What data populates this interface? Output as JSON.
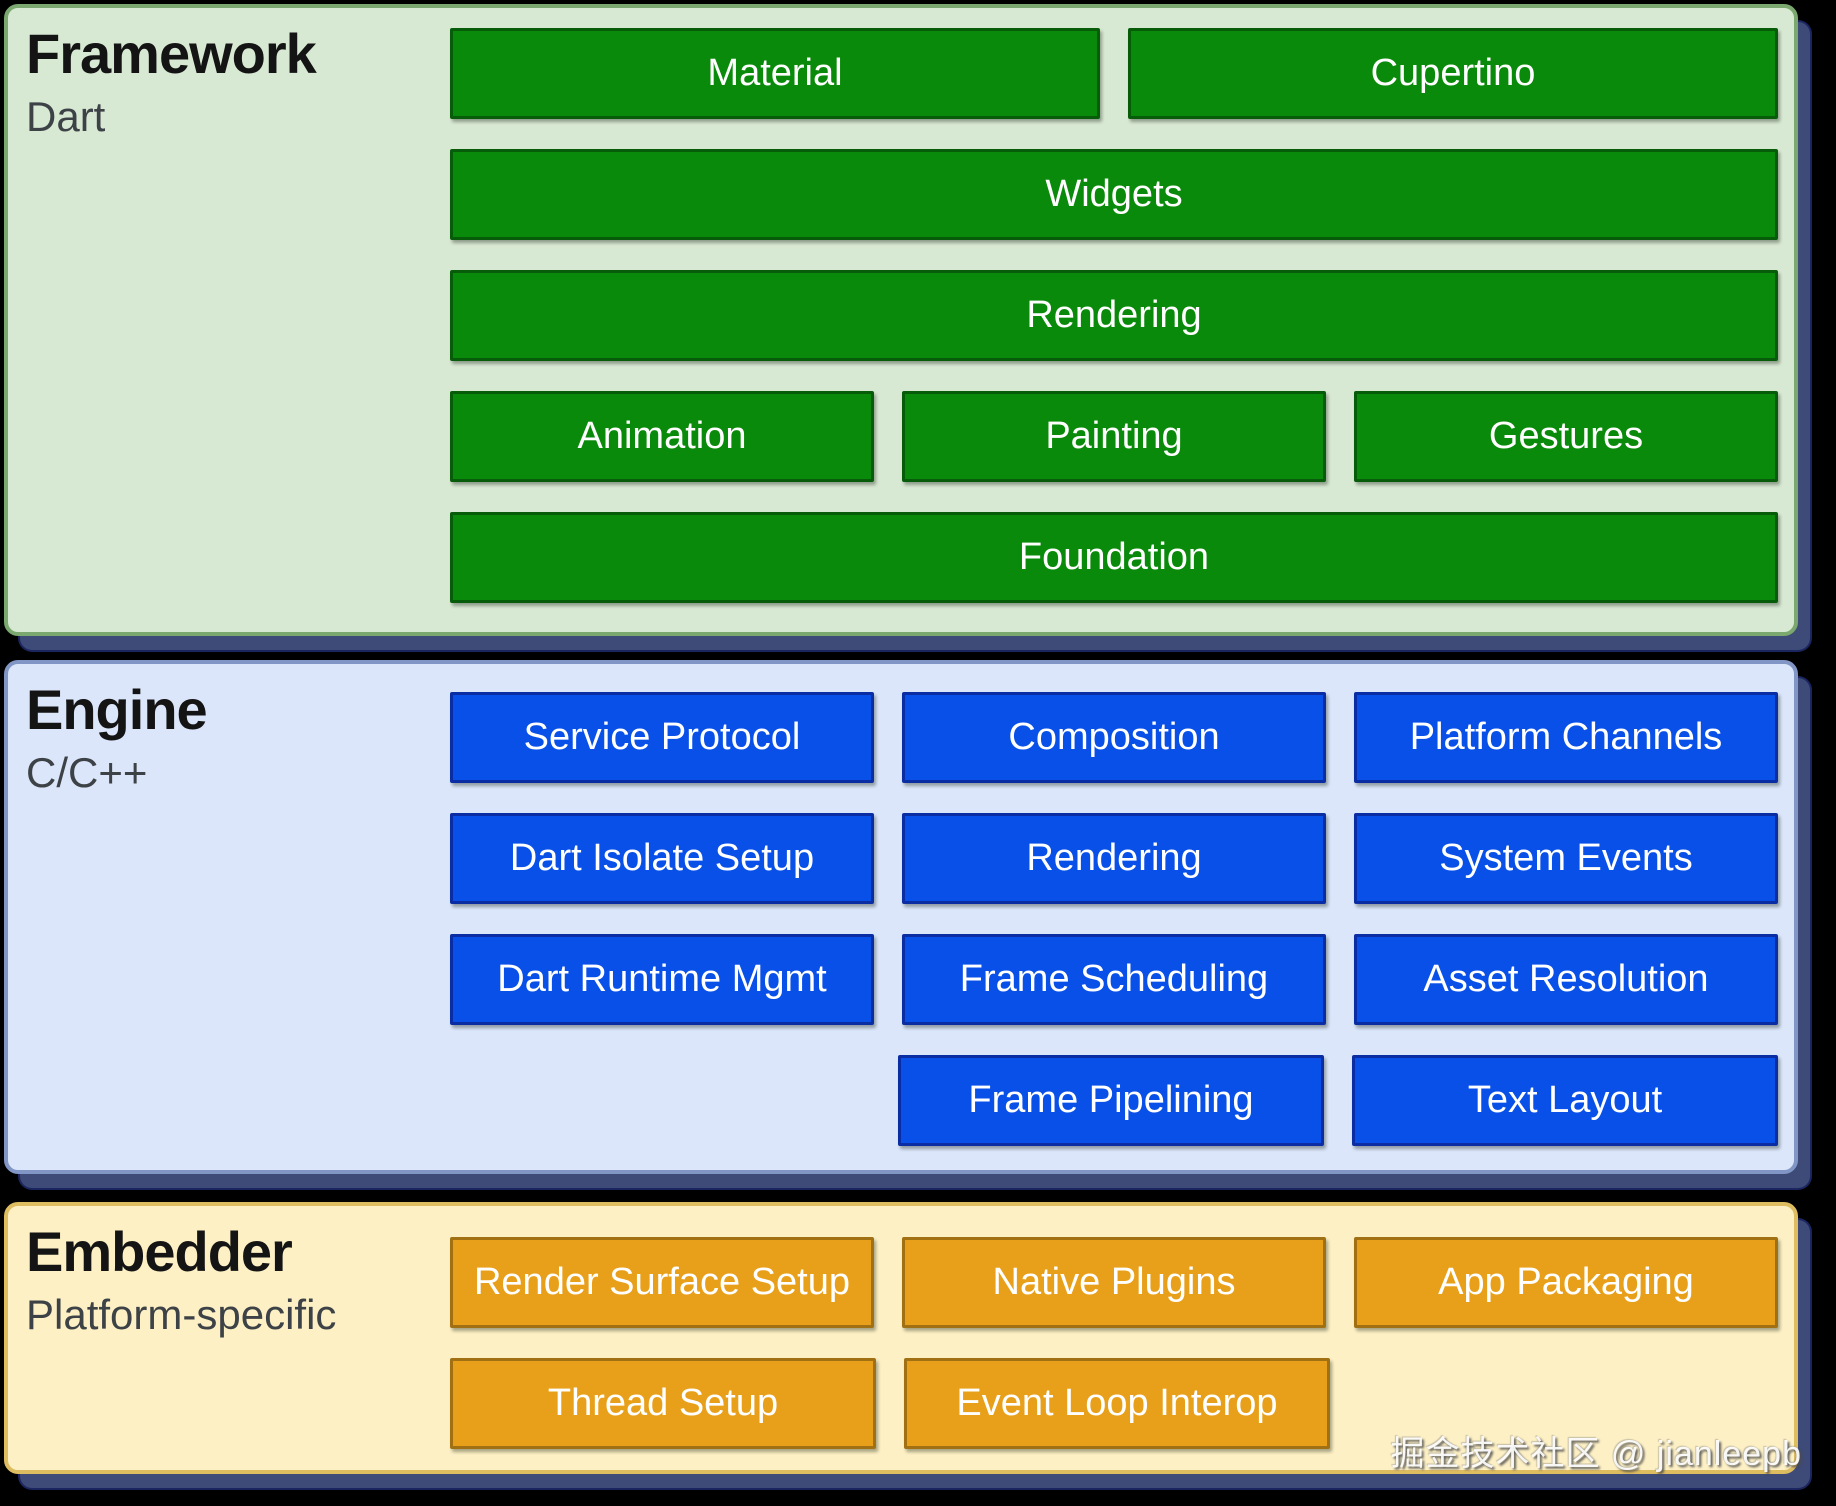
{
  "colors": {
    "page_bg": "#000000",
    "shadow": "#3e4a77",
    "shadow_edge": "#1b2560",
    "title_color": "#141414",
    "subtitle_color": "#3d4247",
    "box_text": "#ffffff",
    "framework_bg": "#d8e9d3",
    "framework_border": "#7aa86e",
    "framework_box_bg": "#0a8a0a",
    "framework_box_border": "#065c08",
    "engine_bg": "#dbe6fa",
    "engine_border": "#8296c6",
    "engine_box_bg": "#0950e8",
    "engine_box_border": "#0b2da3",
    "embedder_bg": "#fdf0c5",
    "embedder_border": "#debc60",
    "embedder_box_bg": "#e8a01b",
    "embedder_box_border": "#a07012"
  },
  "layers": [
    {
      "id": "framework",
      "title": "Framework",
      "subtitle": "Dart",
      "rows": [
        [
          "Material",
          "Cupertino"
        ],
        [
          "Widgets"
        ],
        [
          "Rendering"
        ],
        [
          "Animation",
          "Painting",
          "Gestures"
        ],
        [
          "Foundation"
        ]
      ]
    },
    {
      "id": "engine",
      "title": "Engine",
      "subtitle": "C/C++",
      "rows": [
        [
          "Service Protocol",
          "Composition",
          "Platform Channels"
        ],
        [
          "Dart Isolate Setup",
          "Rendering",
          "System Events"
        ],
        [
          "Dart Runtime Mgmt",
          "Frame Scheduling",
          "Asset Resolution"
        ],
        [
          null,
          "Frame Pipelining",
          "Text Layout"
        ]
      ]
    },
    {
      "id": "embedder",
      "title": "Embedder",
      "subtitle": "Platform-specific",
      "rows": [
        [
          "Render Surface Setup",
          "Native Plugins",
          "App Packaging"
        ],
        [
          "Thread Setup",
          "Event Loop Interop",
          null
        ]
      ]
    }
  ],
  "watermark": {
    "text": "掘金技术社区 @ jianleepb"
  }
}
